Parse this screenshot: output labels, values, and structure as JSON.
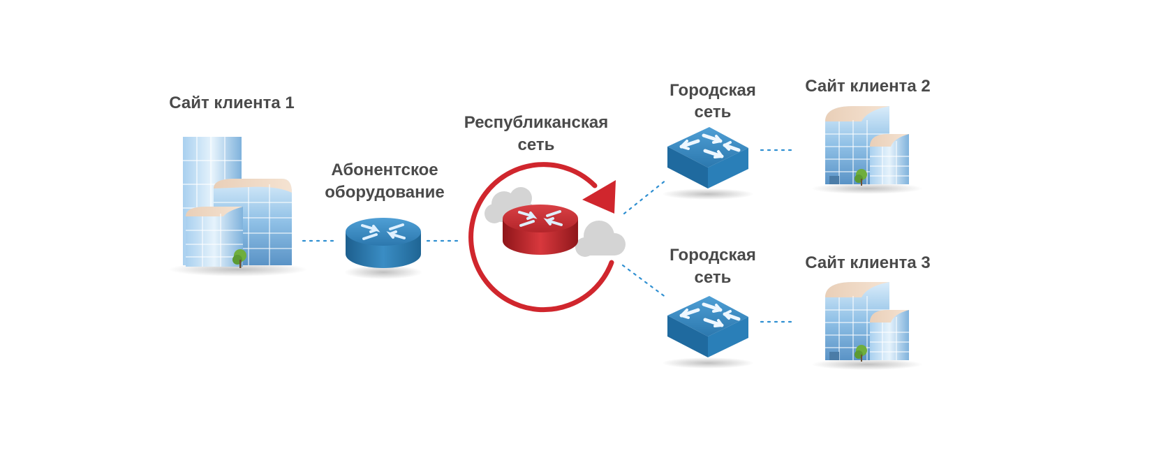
{
  "labels": {
    "site1": "Сайт клиента 1",
    "site2": "Сайт клиента 2",
    "site3": "Сайт клиента 3",
    "cpe_line1": "Абонентское",
    "cpe_line2": "оборудование",
    "republic_line1": "Республиканская",
    "republic_line2": "сеть",
    "city1_line1": "Городская",
    "city1_line2": "сеть",
    "city2_line1": "Городская",
    "city2_line2": "сеть"
  },
  "colors": {
    "label_text": "#4a4a4a",
    "link_dots": "#2f8fd1",
    "core_router": "#c62a2f",
    "ring_arrow": "#d0262d",
    "device_blue": "#2e7fb6",
    "cloud": "#d2d2d2"
  },
  "icons": {
    "site": "office-building-icon",
    "cpe": "router-icon",
    "core": "core-router-icon",
    "city": "switch-icon"
  }
}
